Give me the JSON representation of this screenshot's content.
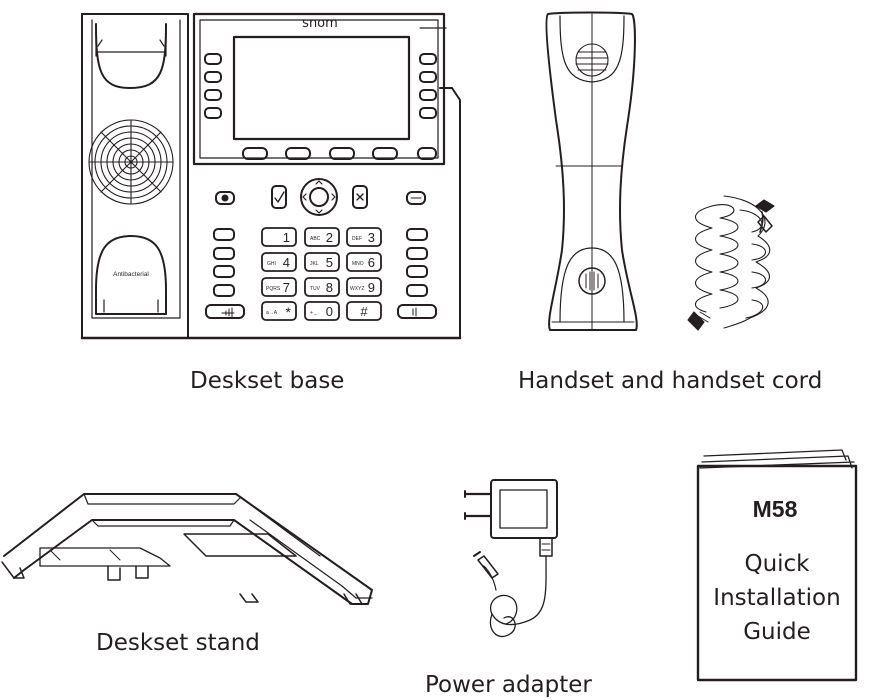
{
  "phone": {
    "brand": "snom",
    "antibacterial": "Antibacterial",
    "keys": [
      {
        "digit": "1",
        "letters": ""
      },
      {
        "digit": "2",
        "letters": "ABC"
      },
      {
        "digit": "3",
        "letters": "DEF"
      },
      {
        "digit": "4",
        "letters": "GHI"
      },
      {
        "digit": "5",
        "letters": "JKL"
      },
      {
        "digit": "6",
        "letters": "MNO"
      },
      {
        "digit": "7",
        "letters": "PQRS"
      },
      {
        "digit": "8",
        "letters": "TUV"
      },
      {
        "digit": "9",
        "letters": "WXYZ"
      },
      {
        "digit": "*",
        "letters": "a→A"
      },
      {
        "digit": "0",
        "letters": "+ _"
      },
      {
        "digit": "#",
        "letters": ""
      }
    ]
  },
  "guide": {
    "model": "M58",
    "line1": "Quick",
    "line2": "Installation",
    "line3": "Guide"
  },
  "captions": {
    "base": "Deskset base",
    "handset": "Handset and handset cord",
    "stand": "Deskset stand",
    "adapter": "Power adapter"
  }
}
